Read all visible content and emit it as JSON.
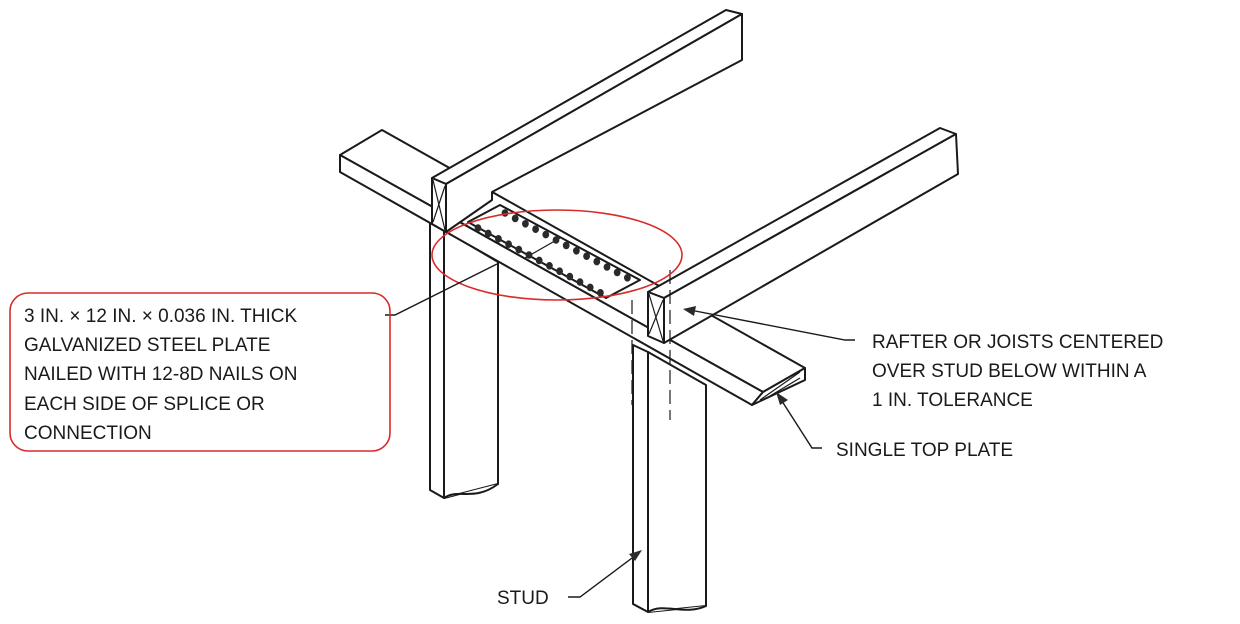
{
  "labels": {
    "plate_note": [
      "3 IN. × 12 IN. × 0.036 IN. THICK",
      "GALVANIZED STEEL PLATE",
      "NAILED WITH 12-8D NAILS ON",
      "EACH SIDE OF SPLICE OR",
      "CONNECTION"
    ],
    "rafter_note": [
      "RAFTER OR JOISTS CENTERED",
      "OVER STUD BELOW WITHIN A",
      "1 IN. TOLERANCE"
    ],
    "top_plate": "SINGLE TOP PLATE",
    "stud": "STUD"
  },
  "colors": {
    "highlight": "#d92b2b",
    "line": "#1a1a1a"
  }
}
